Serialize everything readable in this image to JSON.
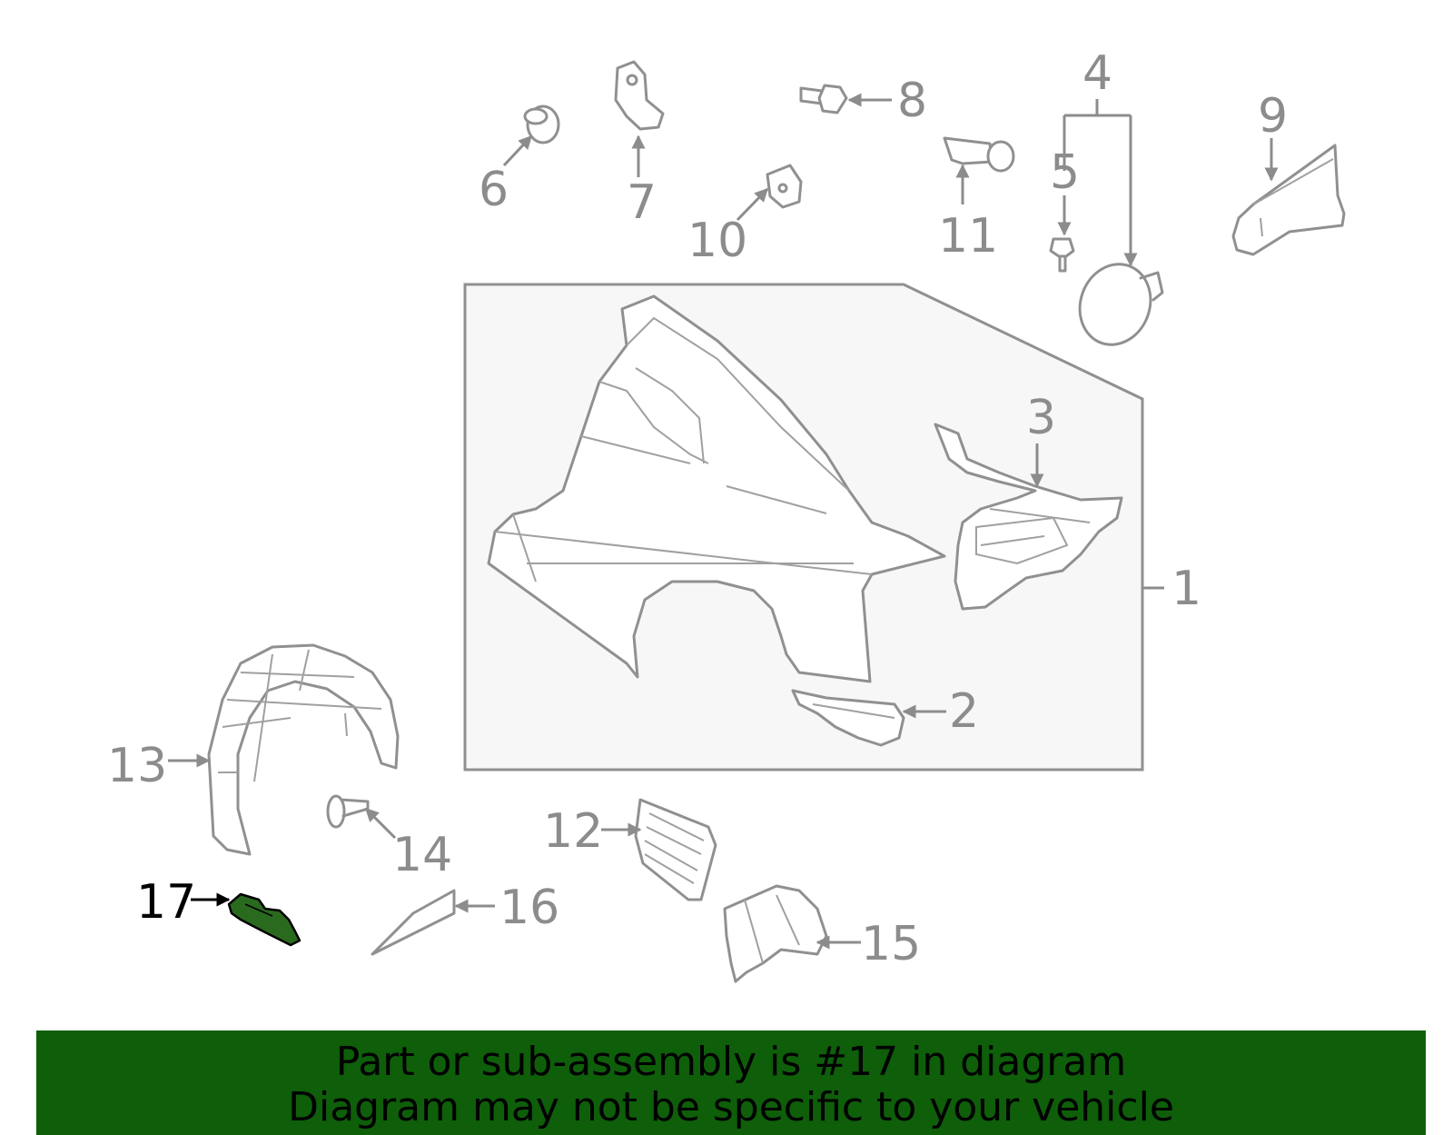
{
  "callouts": [
    {
      "id": "1",
      "label": "1"
    },
    {
      "id": "2",
      "label": "2"
    },
    {
      "id": "3",
      "label": "3"
    },
    {
      "id": "4",
      "label": "4"
    },
    {
      "id": "5",
      "label": "5"
    },
    {
      "id": "6",
      "label": "6"
    },
    {
      "id": "7",
      "label": "7"
    },
    {
      "id": "8",
      "label": "8"
    },
    {
      "id": "9",
      "label": "9"
    },
    {
      "id": "10",
      "label": "10"
    },
    {
      "id": "11",
      "label": "11"
    },
    {
      "id": "12",
      "label": "12"
    },
    {
      "id": "13",
      "label": "13"
    },
    {
      "id": "14",
      "label": "14"
    },
    {
      "id": "15",
      "label": "15"
    },
    {
      "id": "16",
      "label": "16"
    },
    {
      "id": "17",
      "label": "17"
    }
  ],
  "highlight": {
    "part": "17",
    "color": "#2a6a1e"
  },
  "colors": {
    "line": "#8c8c8c",
    "box_fill": "#f7f7f7",
    "banner": "#0e5e0a"
  },
  "banner": {
    "line1": "Part or sub-assembly is #17 in diagram",
    "line2": "Diagram may not be specific to your vehicle"
  }
}
